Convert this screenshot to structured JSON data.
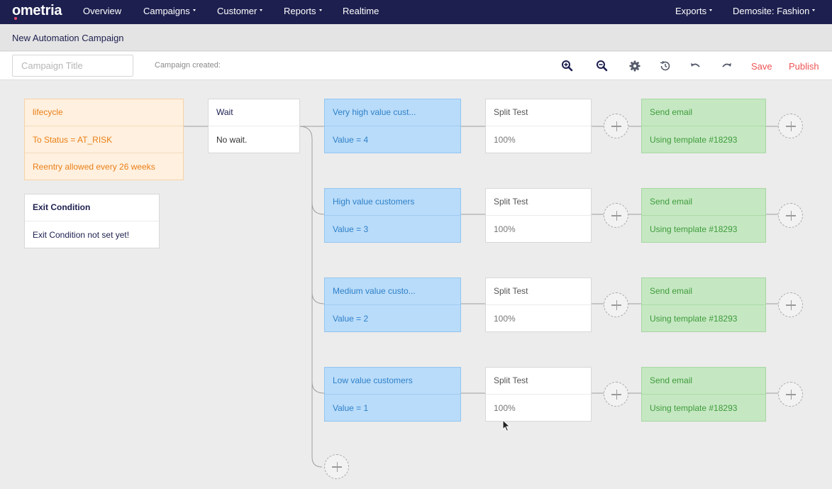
{
  "app": {
    "logo": "ometria"
  },
  "nav": {
    "items": [
      {
        "label": "Overview",
        "dropdown": false
      },
      {
        "label": "Campaigns",
        "dropdown": true
      },
      {
        "label": "Customer",
        "dropdown": true
      },
      {
        "label": "Reports",
        "dropdown": true
      },
      {
        "label": "Realtime",
        "dropdown": false
      }
    ],
    "right": [
      {
        "label": "Exports",
        "dropdown": true
      },
      {
        "label": "Demosite: Fashion",
        "dropdown": true
      }
    ]
  },
  "page": {
    "title": "New Automation Campaign"
  },
  "toolbar": {
    "title_value": "",
    "title_placeholder": "Campaign Title",
    "created_label": "Campaign created:",
    "icons": [
      "zoom-in-icon",
      "zoom-out-icon",
      "gear-icon",
      "history-icon",
      "undo-icon",
      "redo-icon"
    ],
    "save_label": "Save",
    "publish_label": "Publish"
  },
  "trigger": {
    "title": "lifecycle",
    "status": "To Status = AT_RISK",
    "reentry": "Reentry allowed every 26 weeks"
  },
  "exit": {
    "title": "Exit Condition",
    "value": "Exit Condition not set yet!"
  },
  "wait": {
    "title": "Wait",
    "value": "No wait."
  },
  "branches": [
    {
      "segment": {
        "title": "Very high value cust...",
        "value": "Value = 4"
      },
      "split": {
        "title": "Split Test",
        "value": "100%"
      },
      "email": {
        "title": "Send email",
        "value": "Using template #18293"
      }
    },
    {
      "segment": {
        "title": "High value customers",
        "value": "Value = 3"
      },
      "split": {
        "title": "Split Test",
        "value": "100%"
      },
      "email": {
        "title": "Send email",
        "value": "Using template #18293"
      }
    },
    {
      "segment": {
        "title": "Medium value custo...",
        "value": "Value = 2"
      },
      "split": {
        "title": "Split Test",
        "value": "100%"
      },
      "email": {
        "title": "Send email",
        "value": "Using template #18293"
      }
    },
    {
      "segment": {
        "title": "Low value customers",
        "value": "Value = 1"
      },
      "split": {
        "title": "Split Test",
        "value": "100%"
      },
      "email": {
        "title": "Send email",
        "value": "Using template #18293"
      }
    }
  ],
  "colors": {
    "nav_bg": "#1d1f4f",
    "accent_red": "#ef5353",
    "trigger": "#fff0df",
    "segment": "#b9dcfa",
    "email": "#c5e8c2"
  }
}
